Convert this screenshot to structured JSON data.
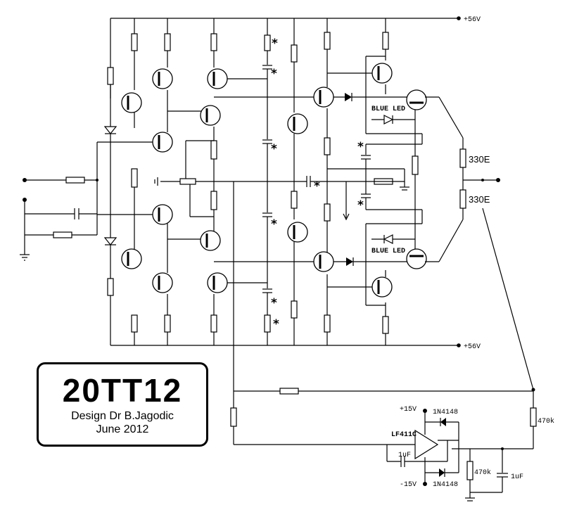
{
  "labels": {
    "supply_pos": "+56V",
    "supply_neg": "+56V",
    "led_top": "BLUE LED",
    "led_bottom": "BLUE LED",
    "res_out_top": "330E",
    "res_out_bottom": "330E",
    "res_fb": "470k",
    "res_servo": "470k",
    "cap_servo": "1uF",
    "cap_int": "1uF",
    "opamp": "LF411C",
    "opamp_pos_supply": "+15V",
    "opamp_neg_supply": "-15V",
    "diode_top": "1N4148",
    "diode_bottom": "1N4148",
    "star": "*"
  },
  "title_block": {
    "model": "20TT12",
    "designer": "Design Dr B.Jagodic",
    "date": "June 2012"
  }
}
